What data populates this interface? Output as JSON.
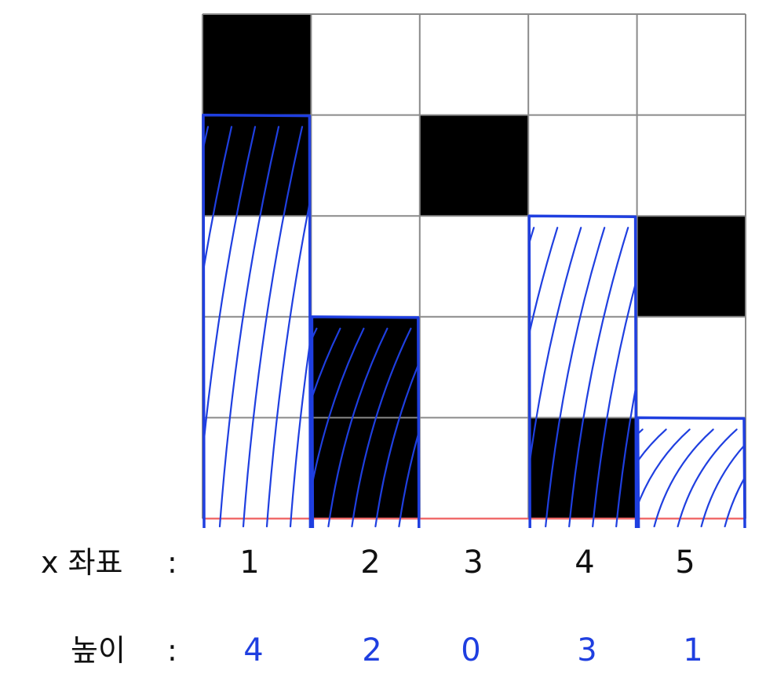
{
  "grid": {
    "columns": 5,
    "rows": 5,
    "filled_cells": [
      [
        1,
        1
      ],
      [
        1,
        2
      ],
      [
        2,
        4
      ],
      [
        2,
        5
      ],
      [
        3,
        2
      ],
      [
        4,
        5
      ],
      [
        5,
        3
      ]
    ]
  },
  "colors": {
    "cell_fill": "#000000",
    "grid_line": "#8a8a8a",
    "highlight": "#1f3fe0",
    "baseline": "#f06b6b",
    "text": "#111111"
  },
  "rows": {
    "x_label": "x 좌표",
    "height_label": "높이",
    "separator": ":"
  },
  "x_values": [
    "1",
    "2",
    "3",
    "4",
    "5"
  ],
  "heights": [
    "4",
    "2",
    "0",
    "3",
    "1"
  ]
}
